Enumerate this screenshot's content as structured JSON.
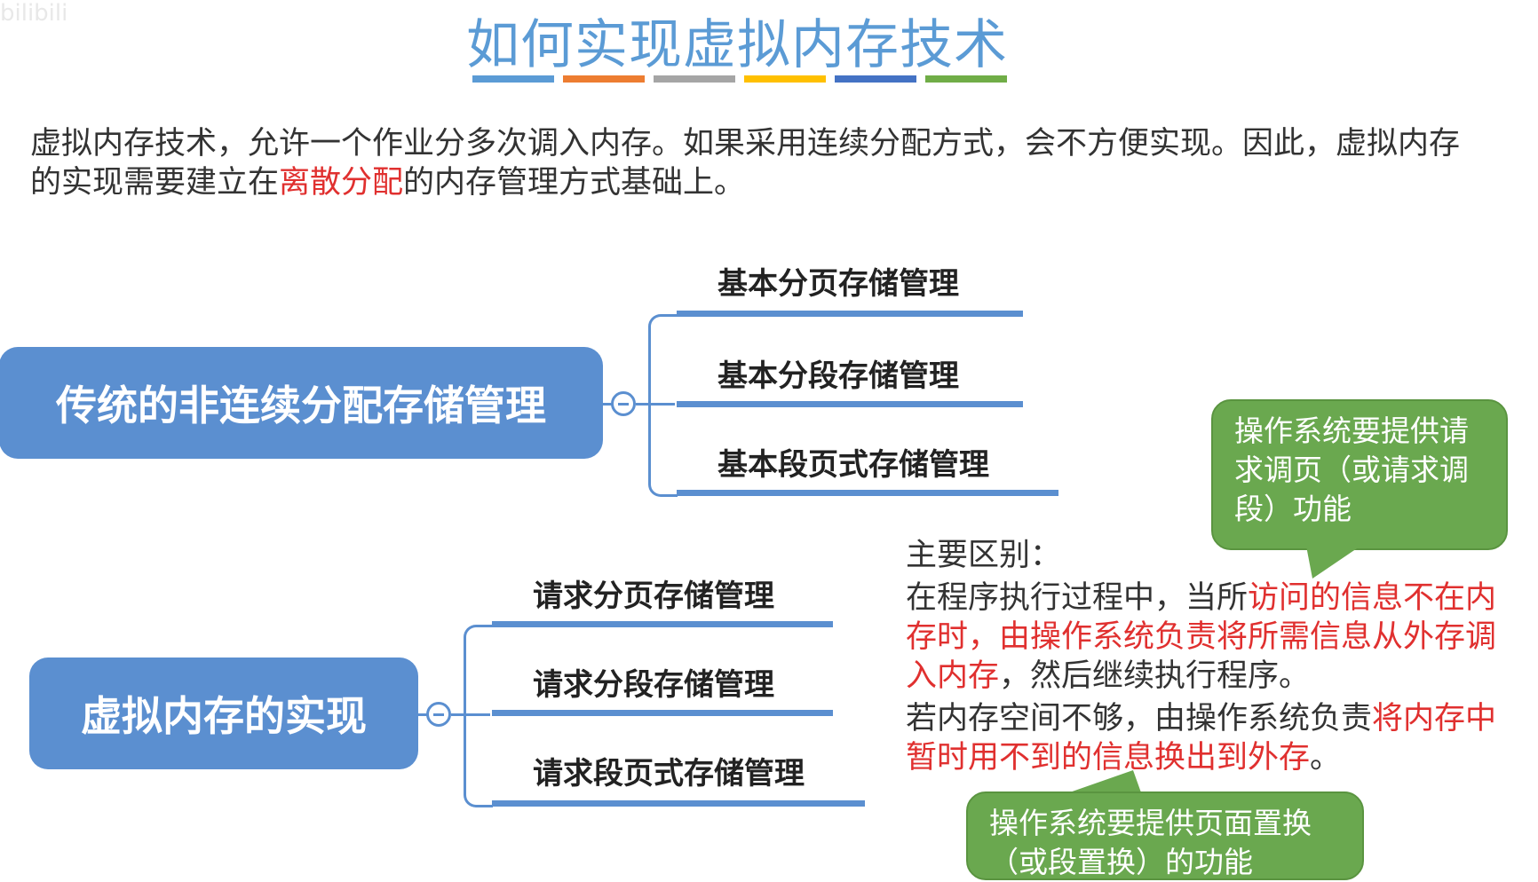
{
  "watermark": "bilibili",
  "title": "如何实现虚拟内存技术",
  "title_bar_colors": [
    "#5b9bd5",
    "#ed7d31",
    "#a5a5a5",
    "#ffc000",
    "#4472c4",
    "#70ad47"
  ],
  "intro": {
    "part1": "虚拟内存技术，允许一个作业分多次调入内存。如果采用连续分配方式，会不方便实现。因此，虚拟内存的实现需要建立在",
    "highlight": "离散分配",
    "part2": "的内存管理方式基础上。"
  },
  "tree1": {
    "root": "传统的非连续分配存储管理",
    "branches": [
      "基本分页存储管理",
      "基本分段存储管理",
      "基本段页式存储管理"
    ]
  },
  "tree2": {
    "root": "虚拟内存的实现",
    "branches": [
      "请求分页存储管理",
      "请求分段存储管理",
      "请求段页式存储管理"
    ]
  },
  "callout_top": "操作系统要提供请求调页（或请求调段）功能",
  "callout_bottom": "操作系统要提供页面置换（或段置换）的功能",
  "differences": {
    "heading": "主要区别：",
    "p1_a": "在程序执行过程中，当所",
    "p1_hl": "访问的信息不在内存时，由操作系统负责将所需信息从外存调入内存",
    "p1_b": "，然后继续执行程序。",
    "p2_a": "若内存空间不够，由操作系统负责",
    "p2_hl": "将内存中暂时用不到的信息换出到外存",
    "p2_b": "。"
  },
  "colors": {
    "node_blue": "#5b8fd0",
    "callout_green": "#6aa84f",
    "highlight_red": "#e0302f"
  }
}
